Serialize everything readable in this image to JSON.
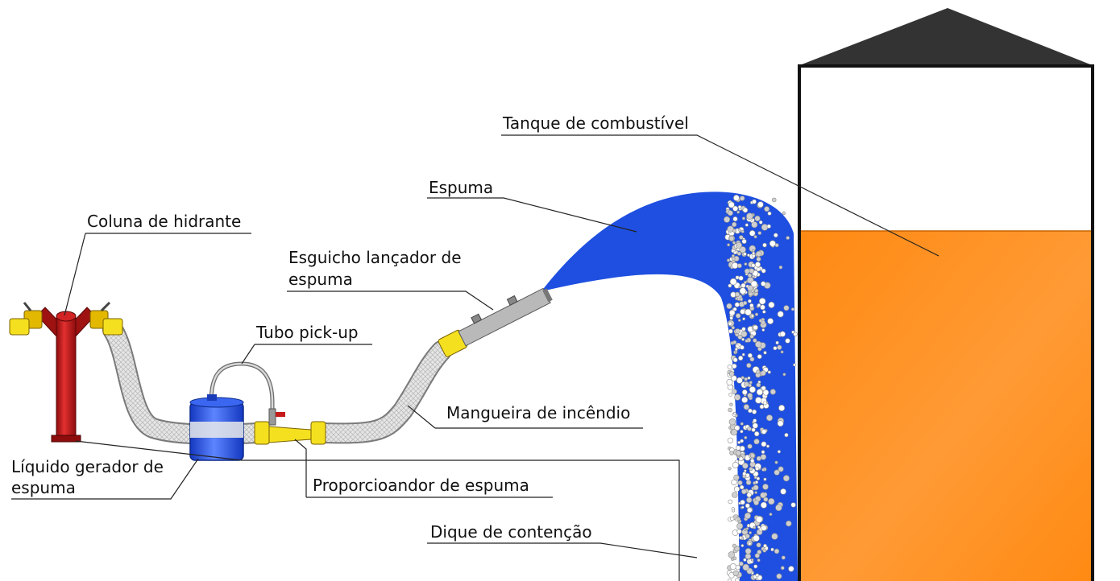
{
  "labels": {
    "tanque": "Tanque de combustível",
    "espuma": "Espuma",
    "esguicho_l1": "Esguicho lançador de",
    "esguicho_l2": "espuma",
    "coluna": "Coluna de hidrante",
    "tubo": "Tubo pick-up",
    "mangueira": "Mangueira de incêndio",
    "liquido_l1": "Líquido gerador de",
    "liquido_l2": "espuma",
    "proporcionador": "Proporcioandor de espuma",
    "dique": "Dique de contenção"
  },
  "colors": {
    "tank_fuel": "#ff8c1a",
    "tank_roof": "#333333",
    "foam_blue": "#1e4fe0",
    "hydrant_red": "#c41a1a",
    "brass_yellow": "#f5e020",
    "hose_gray": "#d9d9d9",
    "drum_blue": "#1a46d6"
  }
}
